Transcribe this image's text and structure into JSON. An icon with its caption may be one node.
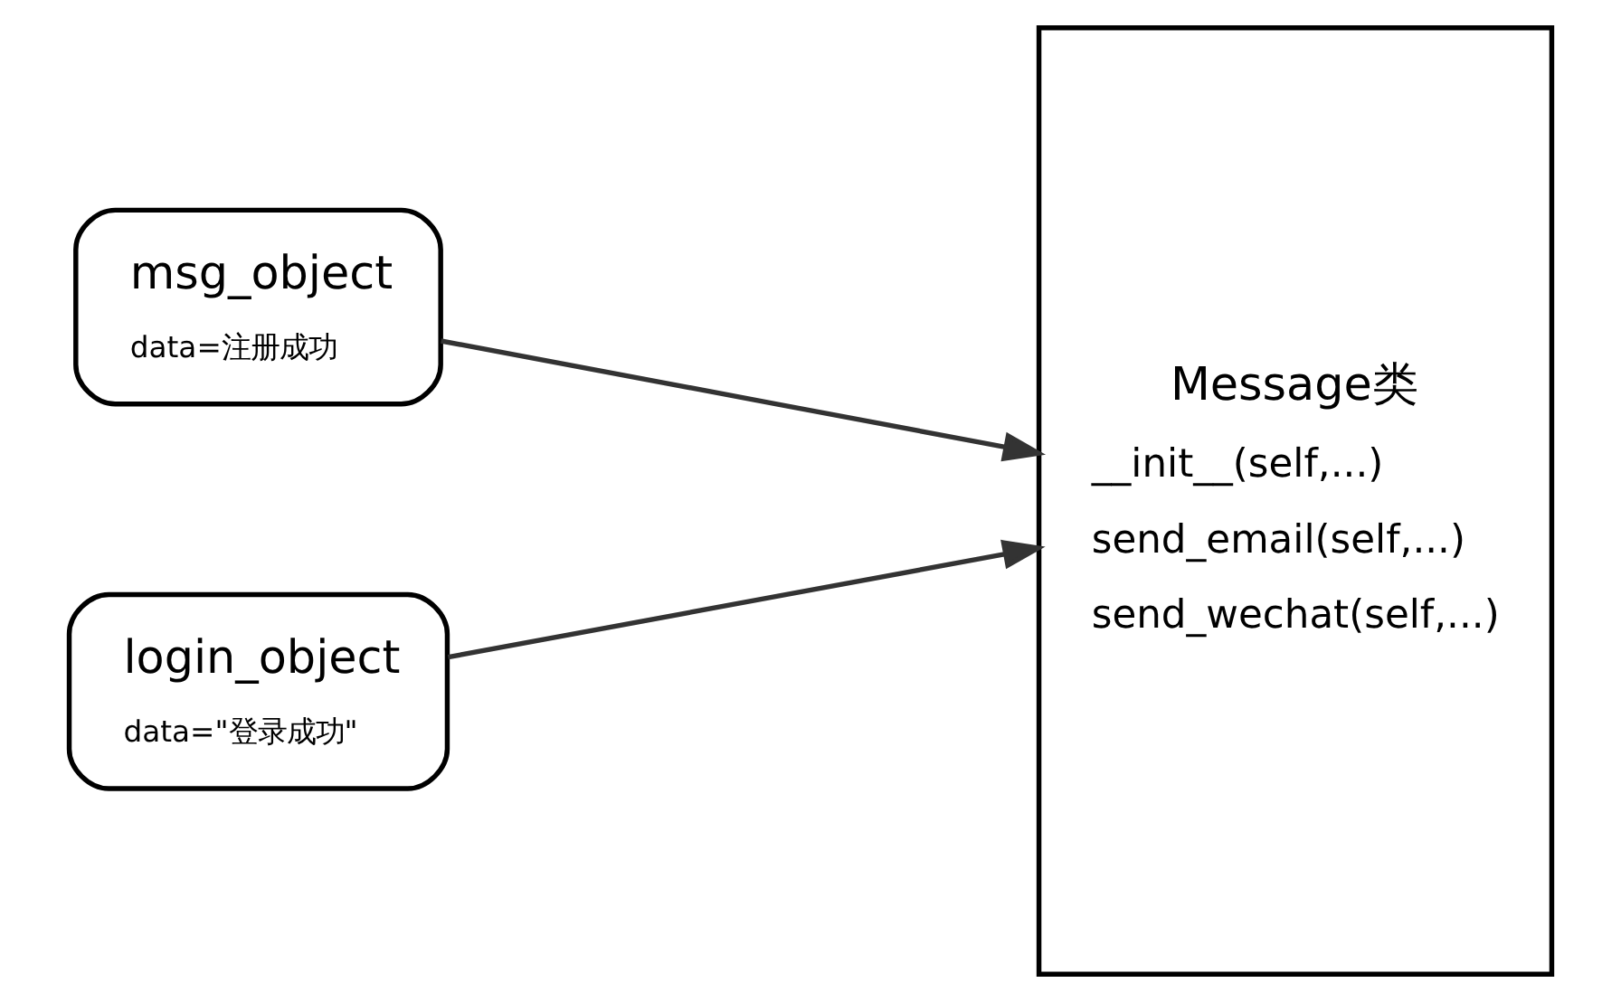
{
  "diagram": {
    "nodes": [
      {
        "text": [
          "msg_object",
          "data=注册成功"
        ]
      },
      {
        "text": [
          "login_object",
          "data=\"登录成功\""
        ]
      },
      {
        "text": [
          "Message类",
          "__init__(self,...)",
          "send_email(self,...)",
          "send_wechat(self,...)"
        ]
      }
    ],
    "edges": [
      {
        "from": 0,
        "to": 2,
        "arrow": "to"
      },
      {
        "from": 1,
        "to": 2,
        "arrow": "to"
      }
    ]
  }
}
